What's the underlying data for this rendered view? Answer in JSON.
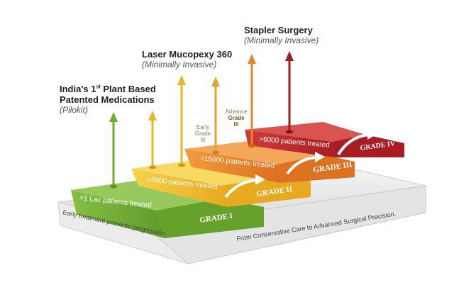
{
  "labels": {
    "plant": {
      "line1_pre": "India's 1",
      "line1_sup": "st",
      "line1_post": " Plant Based",
      "line2": "Patented Medications",
      "sub": "(Pilokit)"
    },
    "laser": {
      "title": "Laser Mucopexy 360",
      "sub": "(Minimally Invasive)"
    },
    "stapler": {
      "title": "Stapler Surgery",
      "sub": "(Minimally Invasive)"
    },
    "early": [
      "Early",
      "Grade",
      "III"
    ],
    "advance": [
      "Advance",
      "Grade",
      "III"
    ]
  },
  "steps": [
    {
      "grade": "GRADE I",
      "patients": ">1 Lac patients treated",
      "color": "#7cb342"
    },
    {
      "grade": "GRADE II",
      "patients": ">5000 patients treated",
      "color": "#f2c531"
    },
    {
      "grade": "GRADE III",
      "patients": ">15000 patients treated",
      "color": "#ef8a2c"
    },
    {
      "grade": "GRADE IV",
      "patients": ">6000 patients treated",
      "color": "#c2262e"
    }
  ],
  "base": {
    "left_text": "Early treatment prevents progression.",
    "right_text": "From Conservative Care to Advanced Surgical Precision."
  },
  "arrow_colors": {
    "green": "#6fae2f",
    "yellow": "#e9b42a",
    "orange": "#e6862a",
    "red": "#9e1c24"
  }
}
